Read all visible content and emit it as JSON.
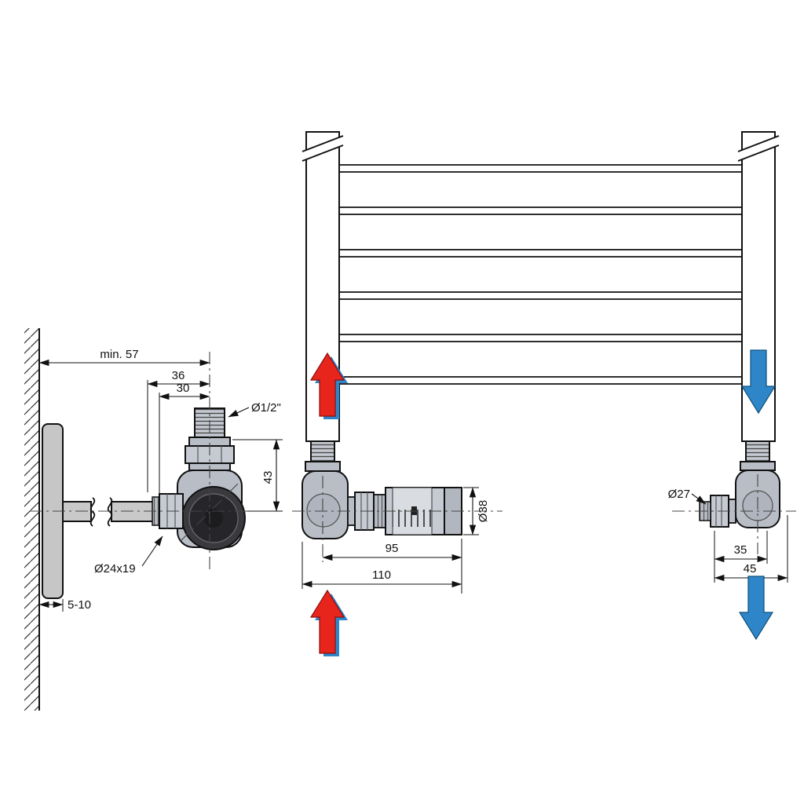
{
  "diagram": {
    "type": "technical-installation-drawing",
    "views": {
      "left": {
        "dim_min57": "min. 57",
        "dim_36": "36",
        "dim_30": "30",
        "thread_size": "Ø1/2\"",
        "dim_43": "43",
        "nut_size": "Ø24x19",
        "wall_gap": "5-10"
      },
      "middle": {
        "dim_95": "95",
        "dim_110": "110",
        "head_dia": "Ø38"
      },
      "right": {
        "pipe_dia": "Ø27",
        "dim_35": "35",
        "dim_45": "45"
      }
    },
    "colors": {
      "flow_in": "#e8251d",
      "flow_in_shadow": "#2e86c9",
      "flow_out": "#2e86c9",
      "metal": "#b9bdc6",
      "line": "#111111"
    }
  }
}
